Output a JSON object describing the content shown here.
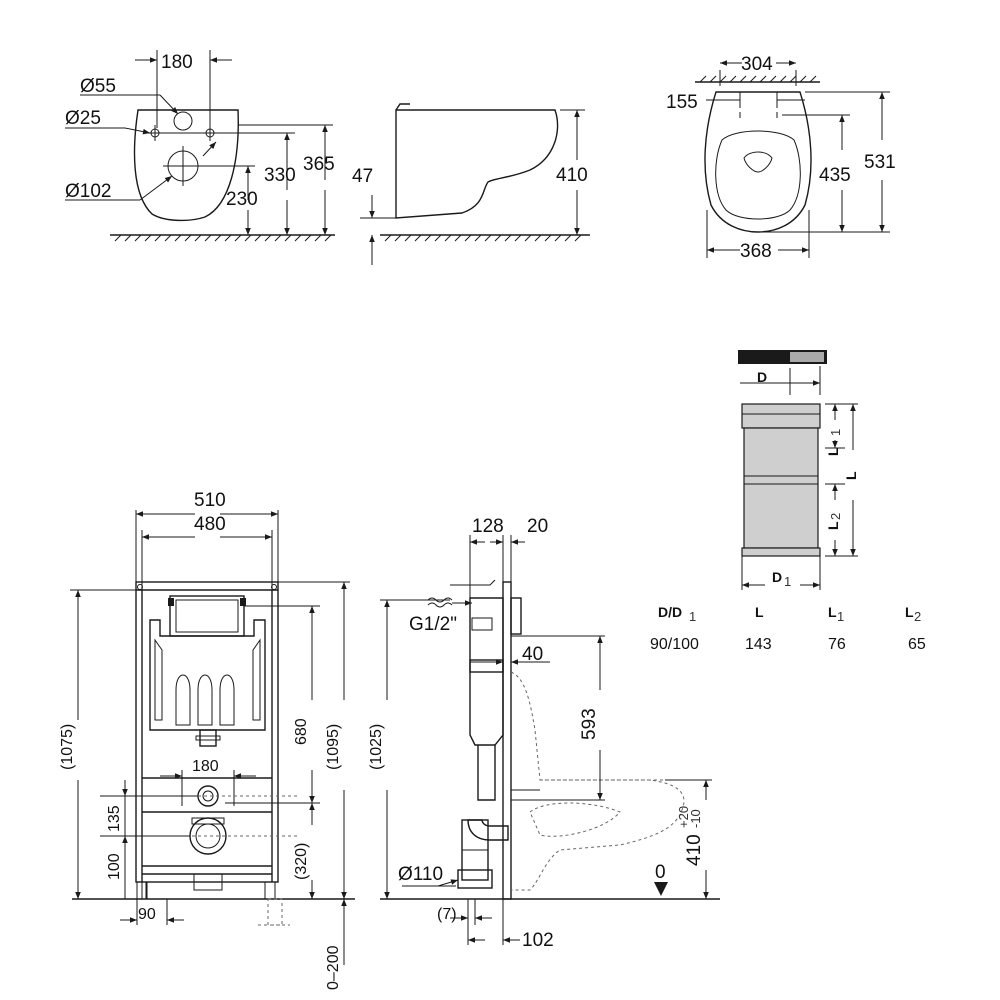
{
  "top_left_view": {
    "dim_180": "180",
    "dim_d55": "Ø55",
    "dim_d25": "Ø25",
    "dim_d102": "Ø102",
    "dim_230": "230",
    "dim_330": "330",
    "dim_365": "365"
  },
  "top_side_view": {
    "dim_47": "47",
    "dim_410": "410"
  },
  "top_plan_view": {
    "dim_304": "304",
    "dim_155": "155",
    "dim_435": "435",
    "dim_531": "531",
    "dim_368": "368"
  },
  "adapter": {
    "label_d": "D",
    "label_d1": "D",
    "label_d1_sub": "1",
    "label_l": "L",
    "label_l1": "L",
    "label_l1_sub": "1",
    "label_l2": "L",
    "label_l2_sub": "2",
    "table": {
      "headers": [
        {
          "main": "D/D",
          "sub": "1"
        },
        {
          "main": "L",
          "sub": ""
        },
        {
          "main": "L",
          "sub": "1"
        },
        {
          "main": "L",
          "sub": "2"
        }
      ],
      "row": [
        "90/100",
        "143",
        "76",
        "65"
      ]
    }
  },
  "frame_front": {
    "dim_510": "510",
    "dim_480": "480",
    "dim_1075": "(1075)",
    "dim_680": "680",
    "dim_1095": "(1095)",
    "dim_180": "180",
    "dim_135": "135",
    "dim_100": "100",
    "dim_320": "(320)",
    "dim_90": "90",
    "dim_0_200": "0–200"
  },
  "frame_side": {
    "dim_128": "128",
    "dim_20": "20",
    "label_g12": "G1/2\"",
    "dim_40": "40",
    "dim_1025": "(1025)",
    "dim_593": "593",
    "dim_d110": "Ø110",
    "dim_7": "(7)",
    "dim_102": "102",
    "dim_410": "410",
    "dim_410_tol_up": "+20",
    "dim_410_tol_down": "-10",
    "label_zero": "0"
  }
}
